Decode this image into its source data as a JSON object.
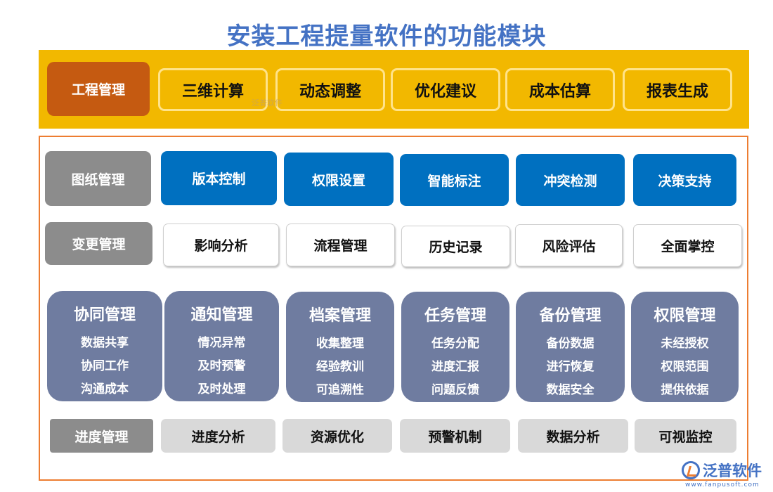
{
  "title": "安装工程提量软件的功能模块",
  "colors": {
    "title": "#4472c4",
    "band": "#f2b800",
    "head_orange": "#c55a11",
    "frame": "#ed7d31",
    "blue": "#0070c0",
    "grey": "#8c8c8c",
    "slate": "#6f7ca0",
    "light": "#d9d9d9"
  },
  "row1": {
    "head": "工程管理",
    "items": [
      "三维计算",
      "动态调整",
      "优化建议",
      "成本估算",
      "报表生成"
    ]
  },
  "row2": {
    "head": "图纸管理",
    "items": [
      "版本控制",
      "权限设置",
      "智能标注",
      "冲突检测",
      "决策支持"
    ]
  },
  "row3": {
    "head": "变更管理",
    "items": [
      "影响分析",
      "流程管理",
      "历史记录",
      "风险评估",
      "全面掌控"
    ]
  },
  "row4": {
    "cards": [
      {
        "title": "协同管理",
        "lines": [
          "数据共享",
          "协同工作",
          "沟通成本"
        ]
      },
      {
        "title": "通知管理",
        "lines": [
          "情况异常",
          "及时预警",
          "及时处理"
        ]
      },
      {
        "title": "档案管理",
        "lines": [
          "收集整理",
          "经验教训",
          "可追溯性"
        ]
      },
      {
        "title": "任务管理",
        "lines": [
          "任务分配",
          "进度汇报",
          "问题反馈"
        ]
      },
      {
        "title": "备份管理",
        "lines": [
          "备份数据",
          "进行恢复",
          "数据安全"
        ]
      },
      {
        "title": "权限管理",
        "lines": [
          "未经授权",
          "权限范围",
          "提供依据"
        ]
      }
    ]
  },
  "row5": {
    "head": "进度管理",
    "items": [
      "进度分析",
      "资源优化",
      "预警机制",
      "数据分析",
      "可视监控"
    ]
  },
  "watermark": "泛普软件",
  "logo": {
    "text": "泛普软件",
    "sub": "www.fanpusoft.com"
  }
}
